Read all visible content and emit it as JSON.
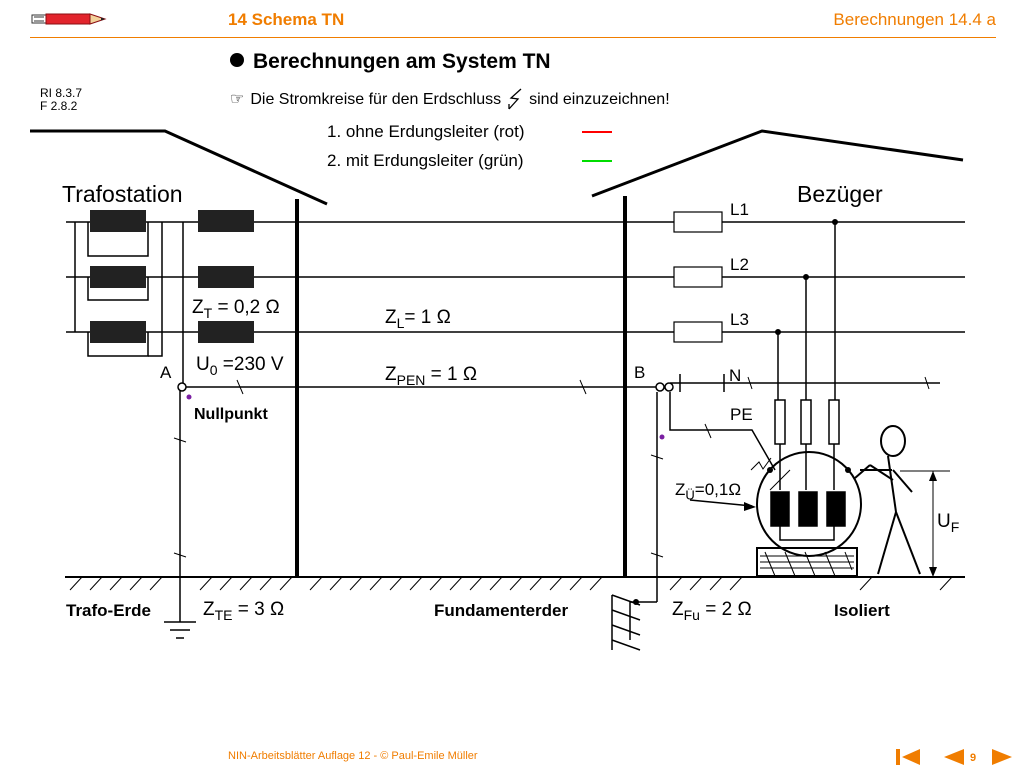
{
  "header": {
    "chapter": "14  Schema TN",
    "section": "Berechnungen  14.4 a"
  },
  "title": "Berechnungen am System TN",
  "references": [
    "RI 8.3.7",
    "F 2.8.2"
  ],
  "instruction": {
    "before": "Die Stromkreise für den Erdschluss",
    "after": "sind einzuzeichnen!"
  },
  "legend": [
    {
      "label": "1. ohne Erdungsleiter (rot)",
      "color": "#ff0000"
    },
    {
      "label": "2. mit Erdungsleiter (grün)",
      "color": "#00dd00"
    }
  ],
  "diagram": {
    "trafostation": "Trafostation",
    "bezueger": "Bezüger",
    "phases": [
      "L1",
      "L2",
      "L3"
    ],
    "neutral": "N",
    "pe": "PE",
    "node_a": "A",
    "node_b": "B",
    "nullpunkt": "Nullpunkt",
    "zt": {
      "sym": "Z",
      "sub": "T",
      "val": " = 0,2 ",
      "unit": "Ω"
    },
    "u0": {
      "sym": "U",
      "sub": "0",
      "val": " =230 V"
    },
    "zl": {
      "sym": "Z",
      "sub": "L",
      "val": "=  1  ",
      "unit": "Ω"
    },
    "zpen": {
      "sym": "Z",
      "sub": "PEN",
      "val": " = 1 ",
      "unit": "Ω"
    },
    "zue": {
      "sym": "Z",
      "sub": "Ü",
      "val": "=0,1",
      "unit": "Ω"
    },
    "uf": {
      "sym": "U",
      "sub": "F"
    },
    "trafo_erde": "Trafo-Erde",
    "zte": {
      "sym": "Z",
      "sub": "TE",
      "val": " = 3 ",
      "unit": "Ω"
    },
    "fundamenterder": "Fundamenterder",
    "zfu": {
      "sym": "Z",
      "sub": "Fu",
      "val": " = 2 ",
      "unit": "Ω"
    },
    "isoliert": "Isoliert"
  },
  "footer": {
    "text": "NIN-Arbeitsblätter Auflage 12 -  © Paul-Emile Müller",
    "page": "9"
  },
  "colors": {
    "accent": "#f07d00",
    "node_dot": "#7a1fa2"
  }
}
